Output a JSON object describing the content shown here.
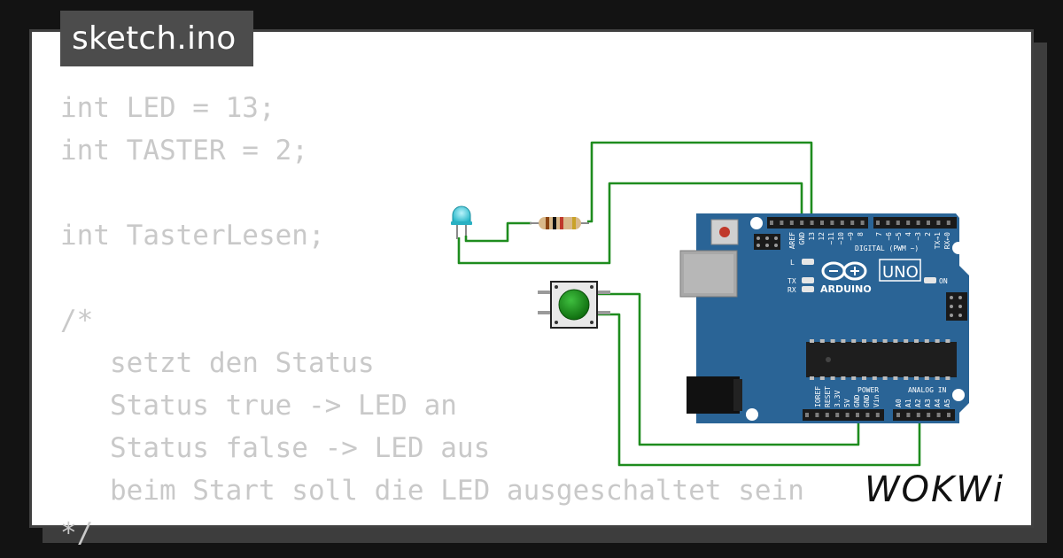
{
  "file_tab": {
    "name": "sketch.ino"
  },
  "code_lines": [
    "int LED = 13;",
    "int TASTER = 2;",
    "",
    "int TasterLesen;",
    "",
    "/*",
    "   setzt den Status",
    "   Status true -> LED an",
    "   Status false -> LED aus",
    "   beim Start soll die LED ausgeschaltet sein",
    "*/"
  ],
  "board": {
    "brand": "ARDUINO",
    "model": "UNO",
    "digital_label": "DIGITAL (PWM ~)",
    "power_label": "POWER",
    "analog_label": "ANALOG IN",
    "led_labels": {
      "l": "L",
      "tx": "TX",
      "rx": "RX",
      "on": "ON"
    },
    "top_pins": [
      "AREF",
      "GND",
      "13",
      "12",
      "~11",
      "~10",
      "~9",
      "8",
      "7",
      "~6",
      "~5",
      "4",
      "~3",
      "2",
      "TX→1",
      "RX←0"
    ],
    "bottom_pins": [
      "IOREF",
      "RESET",
      "3.3V",
      "5V",
      "GND",
      "GND",
      "Vin",
      "A0",
      "A1",
      "A2",
      "A3",
      "A4",
      "A5"
    ]
  },
  "logo": {
    "text": "WOKWi"
  },
  "colors": {
    "wire": "#1e8c1e",
    "board": "#2a6496",
    "led": "#34c6d8",
    "button_cap": "#1e8e1e"
  }
}
